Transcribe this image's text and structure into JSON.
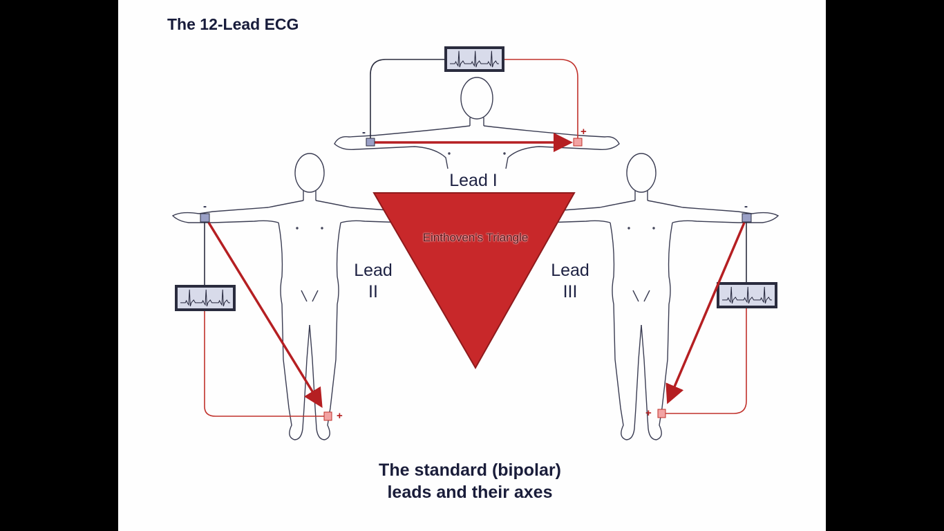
{
  "title": "The 12-Lead ECG",
  "triangle": {
    "label": "Einthoven's Triangle",
    "color": "#c8282a"
  },
  "leads": [
    {
      "id": "lead-i",
      "line1": "Lead I",
      "line2": ""
    },
    {
      "id": "lead-ii",
      "line1": "Lead",
      "line2": "II"
    },
    {
      "id": "lead-iii",
      "line1": "Lead",
      "line2": "III"
    }
  ],
  "polarity": {
    "negative": "-",
    "positive": "+"
  },
  "caption": {
    "line1": "The standard (bipolar)",
    "line2": "leads and their axes"
  },
  "colors": {
    "wire_negative": "#2a2c3e",
    "wire_positive": "#c0302a",
    "axis_arrow": "#b51f22",
    "monitor_fill": "#d8dbea",
    "electrode_neg": "#9aa0c6",
    "electrode_pos": "#f2a3a3"
  },
  "icons": [
    "human-figure-icon",
    "ecg-monitor-icon",
    "electrode-icon"
  ]
}
